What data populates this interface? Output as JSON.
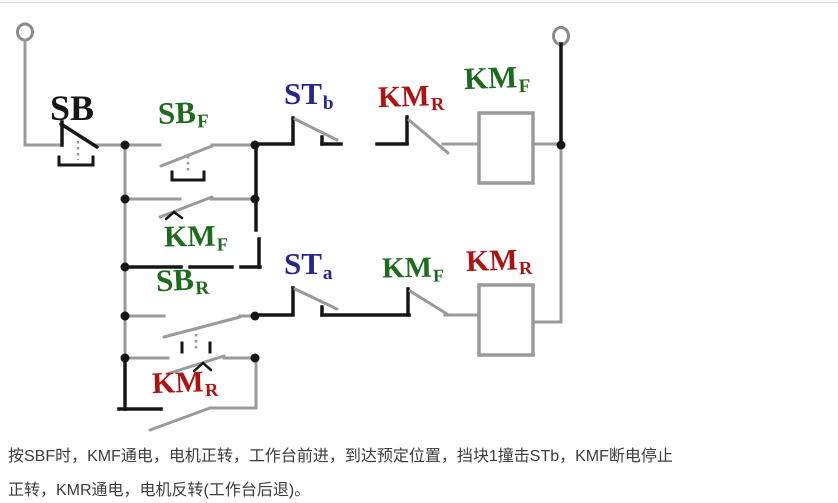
{
  "diagram": {
    "labels": {
      "sb": {
        "main": "SB",
        "sub": ""
      },
      "sbf": {
        "main": "SB",
        "sub": "F"
      },
      "stb": {
        "main": "ST",
        "sub": "b"
      },
      "kmr_top": {
        "main": "KM",
        "sub": "R"
      },
      "kmf_coil": {
        "main": "KM",
        "sub": "F"
      },
      "kmf_hold": {
        "main": "KM",
        "sub": "F"
      },
      "sbr": {
        "main": "SB",
        "sub": "R"
      },
      "sta": {
        "main": "ST",
        "sub": "a"
      },
      "kmf_lock": {
        "main": "KM",
        "sub": "F"
      },
      "kmr_coil": {
        "main": "KM",
        "sub": "R"
      },
      "kmr_hold": {
        "main": "KM",
        "sub": "R"
      }
    },
    "colors": {
      "green": "#1d6b1d",
      "red": "#ad1313",
      "navy": "#26268e",
      "ink": "#161616",
      "wire": "#9a9a9a"
    }
  },
  "caption": {
    "line1": "按SBF时，KMF通电，电机正转，工作台前进，到达预定位置，挡块1撞击STb，KMF断电停止",
    "line2": "正转，KMR通电，电机反转(工作台后退)。"
  }
}
